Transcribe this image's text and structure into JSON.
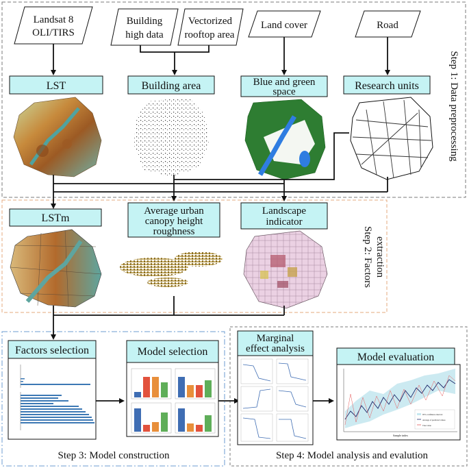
{
  "inputs": {
    "landsat": [
      "Landsat 8",
      "OLI/TIRS"
    ],
    "building_high": [
      "Building",
      "high data"
    ],
    "rooftop": [
      "Vectorized",
      "rooftop area"
    ],
    "land_cover": "Land cover",
    "road": "Road"
  },
  "step1": {
    "label": "Step 1: Data preprocessing",
    "lst": "LST",
    "building_area": "Building area",
    "blue_green": [
      "Blue and green",
      "space"
    ],
    "research_units": "Research units"
  },
  "step2": {
    "label": [
      "Step 2: Factors",
      "extraction"
    ],
    "lstm": "LSTm",
    "canopy": [
      "Average urban",
      "canopy height",
      "roughness"
    ],
    "landscape": [
      "Landscape",
      "indicator"
    ]
  },
  "step3": {
    "label": "Step 3: Model construction",
    "factors": "Factors selection",
    "model_selection": "Model selection"
  },
  "step4": {
    "label": "Step 4: Model analysis and evalution",
    "marginal": [
      "Marginal",
      "effect analysis"
    ],
    "evaluation": "Model evaluation",
    "legend": [
      "95% confidence interval",
      "Average of predicted values",
      "True value"
    ],
    "xlabel": "Sample index"
  },
  "colors": {
    "cyan_box": "#c5f3f4",
    "step1_border": "#7a7a7a",
    "step2_border": "#e6a87c",
    "step3_border": "#6b9bd1",
    "lst_hot": "#b5651d",
    "lst_cool": "#5aa7a0",
    "water": "#2f7de1",
    "vegetation": "#2e7d32",
    "landscape_pink": "#e3bcd6"
  }
}
